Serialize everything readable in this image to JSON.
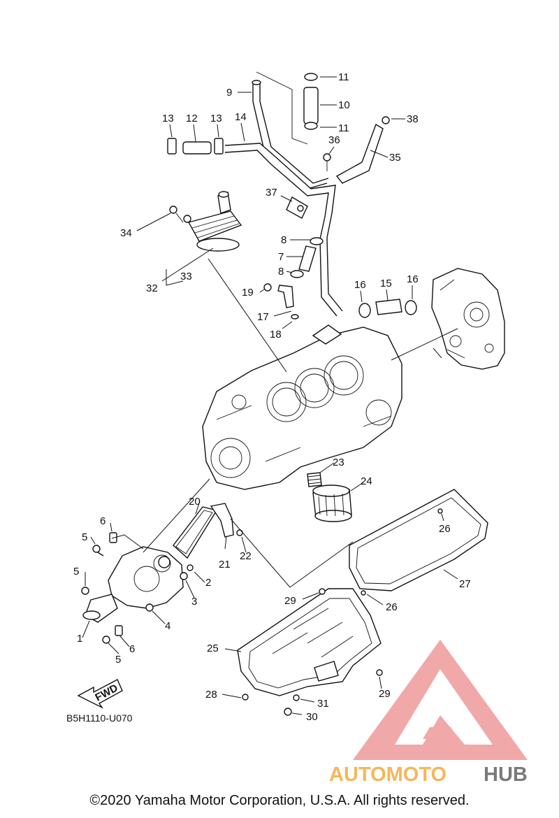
{
  "labels": {
    "p1": "1",
    "p2": "2",
    "p3": "3",
    "p4": "4",
    "p5": "5",
    "p6": "6",
    "p7": "7",
    "p8": "8",
    "p9": "9",
    "p10": "10",
    "p11": "11",
    "p12": "12",
    "p13": "13",
    "p14": "14",
    "p15": "15",
    "p16": "16",
    "p17": "17",
    "p18": "18",
    "p19": "19",
    "p20": "20",
    "p21": "21",
    "p22": "22",
    "p23": "23",
    "p24": "24",
    "p25": "25",
    "p26": "26",
    "p27": "27",
    "p28": "28",
    "p29": "29",
    "p30": "30",
    "p31": "31",
    "p32": "32",
    "p33": "33",
    "p34": "34",
    "p35": "35",
    "p36": "36",
    "p37": "37",
    "p38": "38"
  },
  "fwd_label": "FWD",
  "diagram_code": "B5H1110-U070",
  "copyright": "©2020 Yamaha Motor Corporation, U.S.A. All rights reserved.",
  "watermark": {
    "text_a": "AUTOMOTO",
    "text_b": "HUB",
    "color_main": "#f0a8a8",
    "color_text_a": "#f5b75a",
    "color_text_b": "#7a7a7a"
  }
}
